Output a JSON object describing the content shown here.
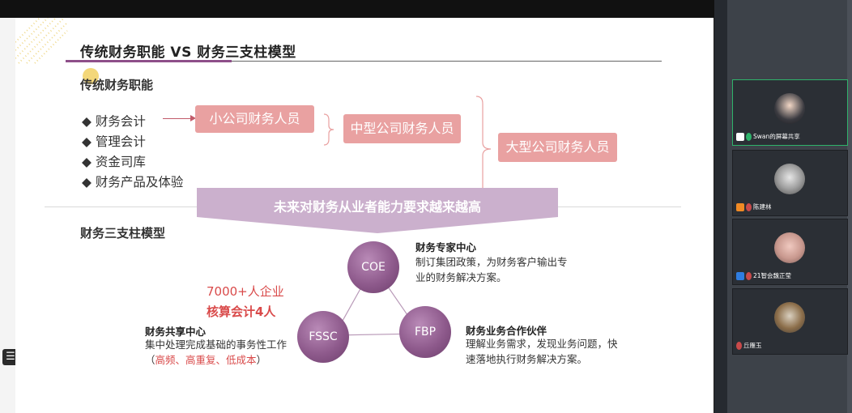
{
  "slide": {
    "title": "传统财务职能 VS 财务三支柱模型",
    "section1": "传统财务职能",
    "bullets": [
      "◆ 财务会计",
      "◆ 管理会计",
      "◆ 资金司库",
      "◆ 财务产品及体验"
    ],
    "pills": {
      "small": "小公司财务人员",
      "medium": "中型公司财务人员",
      "large": "大型公司财务人员"
    },
    "banner": "未来对财务从业者能力要求越来越高",
    "section2": "财务三支柱模型",
    "circles": {
      "coe": "COE",
      "fssc": "FSSC",
      "fbp": "FBP"
    },
    "coe": {
      "title": "财务专家中心",
      "line1": "制订集团政策，为财务客户输出专",
      "line2": "业的财务解决方案。"
    },
    "fssc": {
      "title": "财务共享中心",
      "line1": "集中处理完成基础的事务性工作",
      "line2_open": "（",
      "line2_red": "高频、高重复、低成本",
      "line2_close": "）"
    },
    "fbp": {
      "title": "财务业务合作伙伴",
      "line1": "理解业务需求，发现业务问题，快",
      "line2": "速落地执行财务解决方案。"
    },
    "annotation": {
      "line1": "7000+人企业",
      "line2": "核算会计4人"
    }
  },
  "participants": [
    {
      "name": "Swan的屏幕共享",
      "active": true
    },
    {
      "name": "陈建林",
      "active": false
    },
    {
      "name": "21智会魏正莹",
      "active": false
    },
    {
      "name": "丘雁玉",
      "active": false
    }
  ],
  "icons": [
    "list-icon",
    "screen-share-icon",
    "mic-icon",
    "user-icon",
    "mic-muted-icon"
  ],
  "colors": {
    "accent": "#8e4f8a",
    "pill": "#e9a1a1",
    "banner": "#cbb0cd",
    "red": "#d94a4a",
    "active_border": "#2fb36b"
  }
}
